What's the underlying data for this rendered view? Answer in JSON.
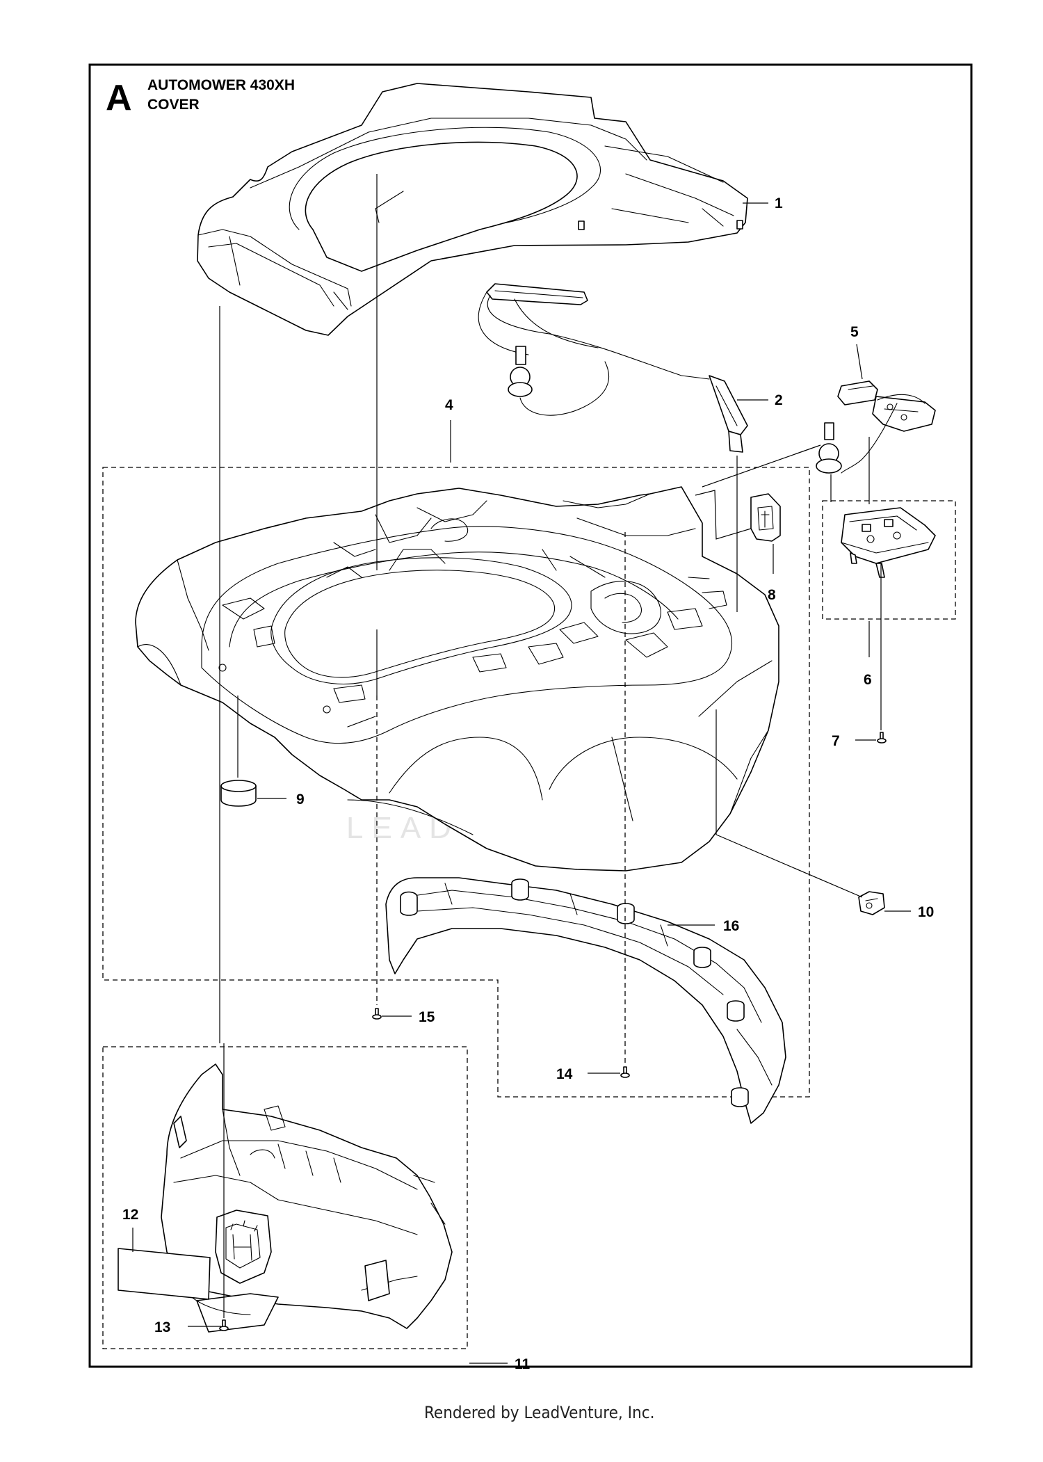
{
  "header": {
    "section_letter": "A",
    "model": "AUTOMOWER 430XH",
    "assembly": "COVER"
  },
  "watermark": "LEADVENTURE",
  "footer": "Rendered by LeadVenture, Inc.",
  "callouts": [
    {
      "id": "1",
      "label": "1"
    },
    {
      "id": "2",
      "label": "2"
    },
    {
      "id": "4",
      "label": "4"
    },
    {
      "id": "5",
      "label": "5"
    },
    {
      "id": "6",
      "label": "6"
    },
    {
      "id": "7",
      "label": "7"
    },
    {
      "id": "8",
      "label": "8"
    },
    {
      "id": "9",
      "label": "9"
    },
    {
      "id": "10",
      "label": "10"
    },
    {
      "id": "11",
      "label": "11"
    },
    {
      "id": "12",
      "label": "12"
    },
    {
      "id": "13",
      "label": "13"
    },
    {
      "id": "14",
      "label": "14"
    },
    {
      "id": "15",
      "label": "15"
    },
    {
      "id": "16",
      "label": "16"
    }
  ]
}
